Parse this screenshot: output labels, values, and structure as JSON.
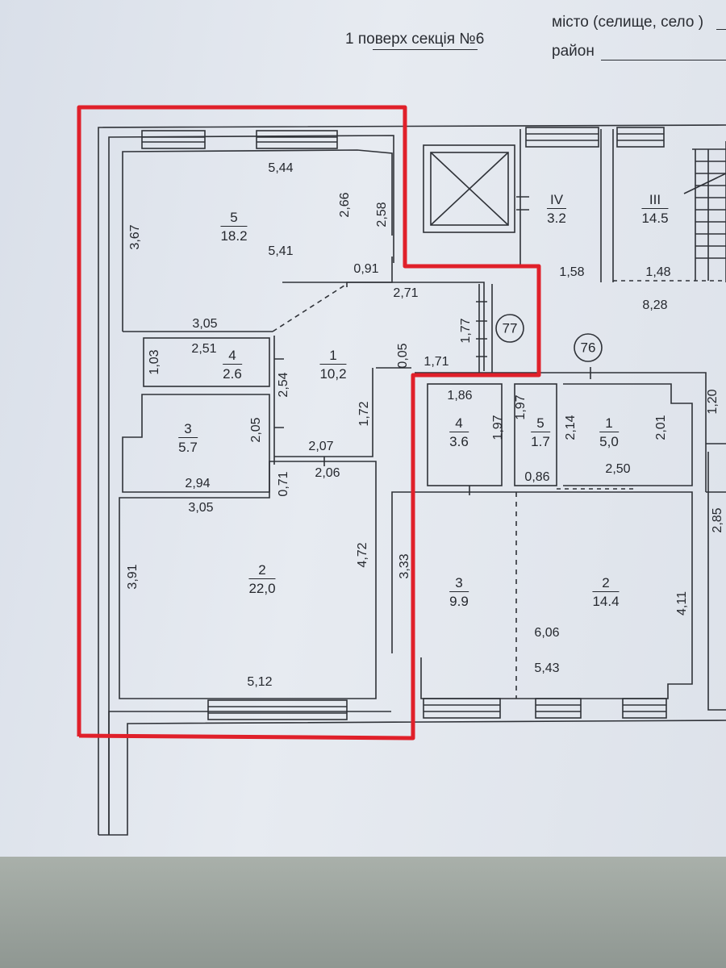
{
  "header": {
    "title": "1 поверх секція №6",
    "city_label": "місто (селище, село )",
    "district_label": "район"
  },
  "rooms": {
    "r5": {
      "num": "5",
      "area": "18.2"
    },
    "r4": {
      "num": "4",
      "area": "2.6"
    },
    "r1": {
      "num": "1",
      "area": "10,2"
    },
    "r3": {
      "num": "3",
      "area": "5.7"
    },
    "r2": {
      "num": "2",
      "area": "22,0"
    },
    "rIV": {
      "num": "IV",
      "area": "3.2"
    },
    "rIII": {
      "num": "III",
      "area": "14.5"
    },
    "b4": {
      "num": "4",
      "area": "3.6"
    },
    "b5": {
      "num": "5",
      "area": "1.7"
    },
    "b1": {
      "num": "1",
      "area": "5,0"
    },
    "b3": {
      "num": "3",
      "area": "9.9"
    },
    "b2": {
      "num": "2",
      "area": "14.4"
    }
  },
  "apartments": {
    "a77": "77",
    "a76": "76"
  },
  "dims": {
    "d544": "5,44",
    "d367": "3,67",
    "d266": "2,66",
    "d258": "2,58",
    "d541": "5,41",
    "d091": "0,91",
    "d271": "2,71",
    "d305a": "3,05",
    "d177": "1,77",
    "d103": "1,03",
    "d251": "2,51",
    "d254": "2,54",
    "d005": "0,05",
    "d171": "1,71",
    "d172": "1,72",
    "d205": "2,05",
    "d207": "2,07",
    "d206": "2,06",
    "d294": "2,94",
    "d071": "0,71",
    "d305b": "3,05",
    "d391": "3,91",
    "d472": "4,72",
    "d512": "5,12",
    "d158": "1,58",
    "d148": "1,48",
    "d828": "8,28",
    "d186": "1,86",
    "d197a": "1,97",
    "d197b": "1,97",
    "d214": "2,14",
    "d201": "2,01",
    "d120": "1,20",
    "d086": "0,86",
    "d250": "2,50",
    "d285": "2,85",
    "d333": "3,33",
    "d606": "6,06",
    "d543": "5,43",
    "d411": "4,11"
  },
  "colors": {
    "highlight": "#e0202a",
    "ink": "#2a2d33",
    "paper": "#e3e7ee"
  }
}
